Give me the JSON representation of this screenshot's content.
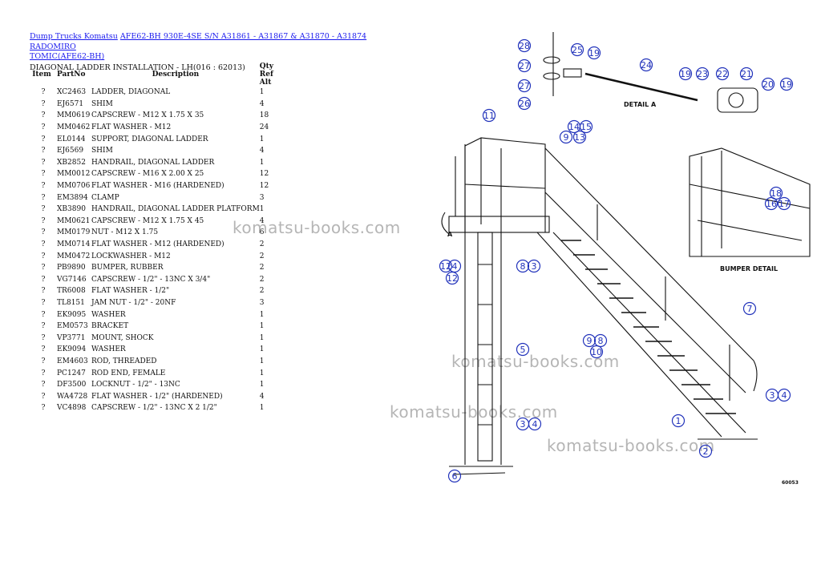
{
  "breadcrumb": {
    "link1": "Dump Trucks Komatsu",
    "link2_line1": "AFE62-BH 930E-4SE S/N A31861 - A31867 & A31870 - A31874 RADOMIRO",
    "link2_line2": "TOMIC(AFE62-BH)"
  },
  "subtitle": "DIAGONAL LADDER INSTALLATION - LH(016 : 62013)",
  "table": {
    "headers": {
      "item": "Item",
      "partno": "PartNo",
      "description": "Description",
      "qty": "Qty",
      "ref": "Ref",
      "alt": "Alt"
    },
    "rows": [
      {
        "item": "?",
        "partno": "XC2463",
        "description": "LADDER, DIAGONAL",
        "qty": "1"
      },
      {
        "item": "?",
        "partno": "EJ6571",
        "description": "SHIM",
        "qty": "4"
      },
      {
        "item": "?",
        "partno": "MM0619",
        "description": "CAPSCREW - M12 X 1.75 X 35",
        "qty": "18"
      },
      {
        "item": "?",
        "partno": "MM0462",
        "description": "FLAT WASHER - M12",
        "qty": "24"
      },
      {
        "item": "?",
        "partno": "EL0144",
        "description": "SUPPORT, DIAGONAL LADDER",
        "qty": "1"
      },
      {
        "item": "?",
        "partno": "EJ6569",
        "description": "SHIM",
        "qty": "4"
      },
      {
        "item": "?",
        "partno": "XB2852",
        "description": "HANDRAIL, DIAGONAL LADDER",
        "qty": "1"
      },
      {
        "item": "?",
        "partno": "MM0012",
        "description": "CAPSCREW - M16 X 2.00 X 25",
        "qty": "12"
      },
      {
        "item": "?",
        "partno": "MM0706",
        "description": "FLAT WASHER - M16 (HARDENED)",
        "qty": "12"
      },
      {
        "item": "?",
        "partno": "EM3894",
        "description": "CLAMP",
        "qty": "3"
      },
      {
        "item": "?",
        "partno": "XB3890",
        "description": "HANDRAIL, DIAGONAL LADDER PLATFORM",
        "qty": "1"
      },
      {
        "item": "?",
        "partno": "MM0621",
        "description": "CAPSCREW - M12 X 1.75 X 45",
        "qty": "4"
      },
      {
        "item": "?",
        "partno": "MM0179",
        "description": "NUT - M12 X 1.75",
        "qty": "6"
      },
      {
        "item": "?",
        "partno": "MM0714",
        "description": "FLAT WASHER - M12 (HARDENED)",
        "qty": "2"
      },
      {
        "item": "?",
        "partno": "MM0472",
        "description": "LOCKWASHER - M12",
        "qty": "2"
      },
      {
        "item": "?",
        "partno": "PB9890",
        "description": "BUMPER, RUBBER",
        "qty": "2"
      },
      {
        "item": "?",
        "partno": "VG7146",
        "description": "CAPSCREW - 1/2\" - 13NC X 3/4\"",
        "qty": "2"
      },
      {
        "item": "?",
        "partno": "TR6008",
        "description": "FLAT WASHER - 1/2\"",
        "qty": "2"
      },
      {
        "item": "?",
        "partno": "TL8151",
        "description": "JAM NUT - 1/2\" - 20NF",
        "qty": "3"
      },
      {
        "item": "?",
        "partno": "EK9095",
        "description": "WASHER",
        "qty": "1"
      },
      {
        "item": "?",
        "partno": "EM0573",
        "description": "BRACKET",
        "qty": "1"
      },
      {
        "item": "?",
        "partno": "VP3771",
        "description": "MOUNT, SHOCK",
        "qty": "1"
      },
      {
        "item": "?",
        "partno": "EK9094",
        "description": "WASHER",
        "qty": "1"
      },
      {
        "item": "?",
        "partno": "EM4603",
        "description": "ROD, THREADED",
        "qty": "1"
      },
      {
        "item": "?",
        "partno": "PC1247",
        "description": "ROD END, FEMALE",
        "qty": "1"
      },
      {
        "item": "?",
        "partno": "DF3500",
        "description": "LOCKNUT - 1/2\" - 13NC",
        "qty": "1"
      },
      {
        "item": "?",
        "partno": "WA4728",
        "description": "FLAT WASHER - 1/2\" (HARDENED)",
        "qty": "4"
      },
      {
        "item": "?",
        "partno": "VC4898",
        "description": "CAPSCREW - 1/2\" - 13NC X 2 1/2\"",
        "qty": "1"
      }
    ]
  },
  "watermark": "komatsu-books.com",
  "diagram": {
    "detail_a": "DETAIL A",
    "bumper_detail": "BUMPER DETAIL",
    "arrow_label": "A",
    "drawing_no": "60053",
    "callouts": [
      "28",
      "27",
      "27",
      "26",
      "25",
      "19",
      "24",
      "19",
      "23",
      "22",
      "21",
      "20",
      "19",
      "11",
      "14",
      "15",
      "9",
      "13",
      "18",
      "16",
      "17",
      "12",
      "4",
      "12",
      "8",
      "3",
      "7",
      "5",
      "9",
      "8",
      "10",
      "3",
      "4",
      "3",
      "4",
      "1",
      "2",
      "6"
    ]
  }
}
